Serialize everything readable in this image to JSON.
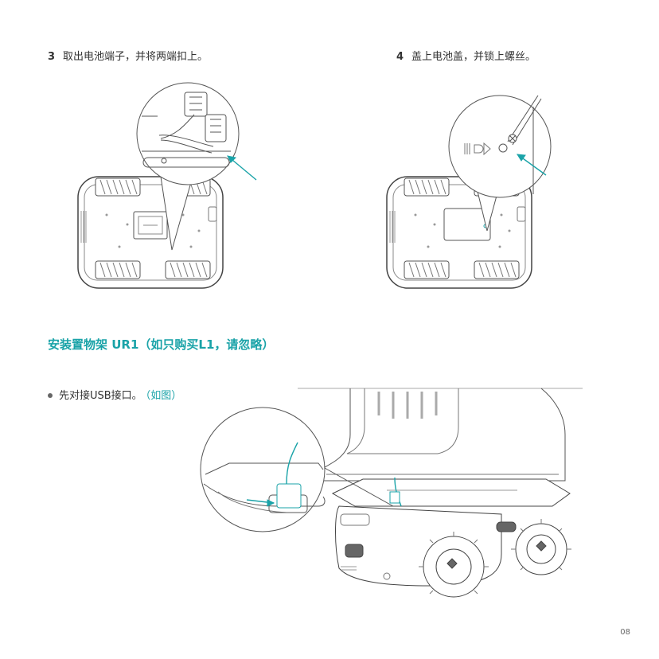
{
  "steps": [
    {
      "number": "3",
      "text": "取出电池端子，并将两端扣上。"
    },
    {
      "number": "4",
      "text": "盖上电池盖，并锁上螺丝。"
    }
  ],
  "section": {
    "title": "安装置物架 UR1（如只购买L1，请忽略）",
    "bullet": "先对接USB接口。",
    "note": "（如图）"
  },
  "page_number": "08",
  "colors": {
    "accent": "#1aa3a8",
    "line": "#555555",
    "text": "#333333"
  },
  "icons": [
    "battery-terminal-illustration",
    "battery-cover-illustration",
    "usb-connection-illustration"
  ]
}
